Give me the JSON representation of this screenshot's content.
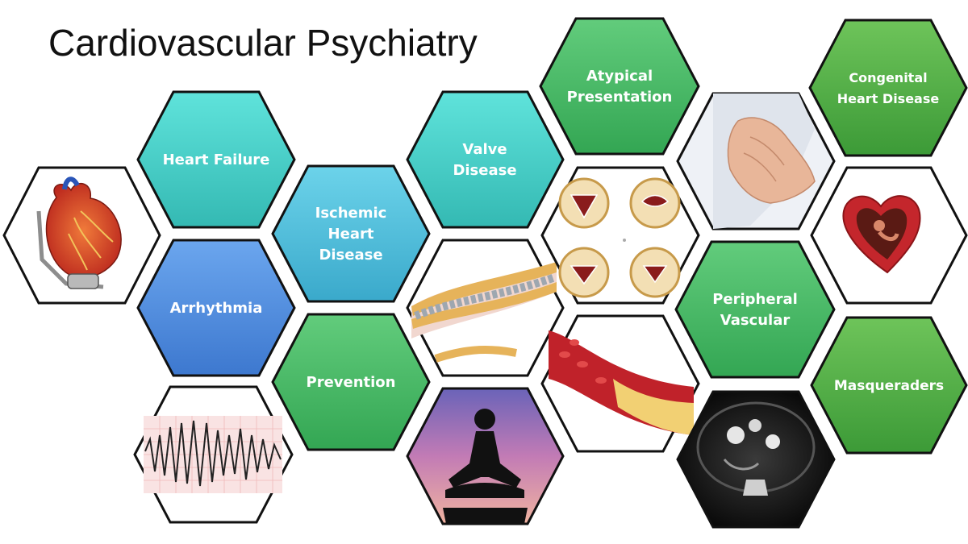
{
  "title": "Cardiovascular Psychiatry",
  "labels": {
    "heart_failure": [
      "Heart Failure"
    ],
    "arrhythmia": [
      "Arrhythmia"
    ],
    "ischemic": [
      "Ischemic",
      "Heart",
      "Disease"
    ],
    "prevention": [
      "Prevention"
    ],
    "valve": [
      "Valve",
      "Disease"
    ],
    "atypical": [
      "Atypical",
      "Presentation"
    ],
    "congenital": [
      "Congenital",
      "Heart Disease"
    ],
    "peripheral": [
      "Peripheral",
      "Vascular"
    ],
    "masqueraders": [
      "Masqueraders"
    ]
  },
  "colors": {
    "teal_light": "#4fd6cf",
    "teal_mid": "#56c4dd",
    "blue": "#4f8fe0",
    "green": "#4cbb6e",
    "green_dark": "#3fa84a",
    "outline": "#111111"
  }
}
